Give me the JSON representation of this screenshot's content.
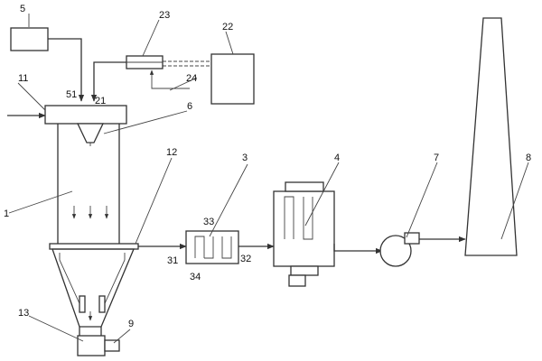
{
  "labels": {
    "n1": "1",
    "n3": "3",
    "n4": "4",
    "n5": "5",
    "n6": "6",
    "n7": "7",
    "n8": "8",
    "n9": "9",
    "n11": "11",
    "n12": "12",
    "n13": "13",
    "n21": "21",
    "n22": "22",
    "n23": "23",
    "n24": "24",
    "n31": "31",
    "n32": "32",
    "n33": "33",
    "n34": "34",
    "n51": "51"
  }
}
